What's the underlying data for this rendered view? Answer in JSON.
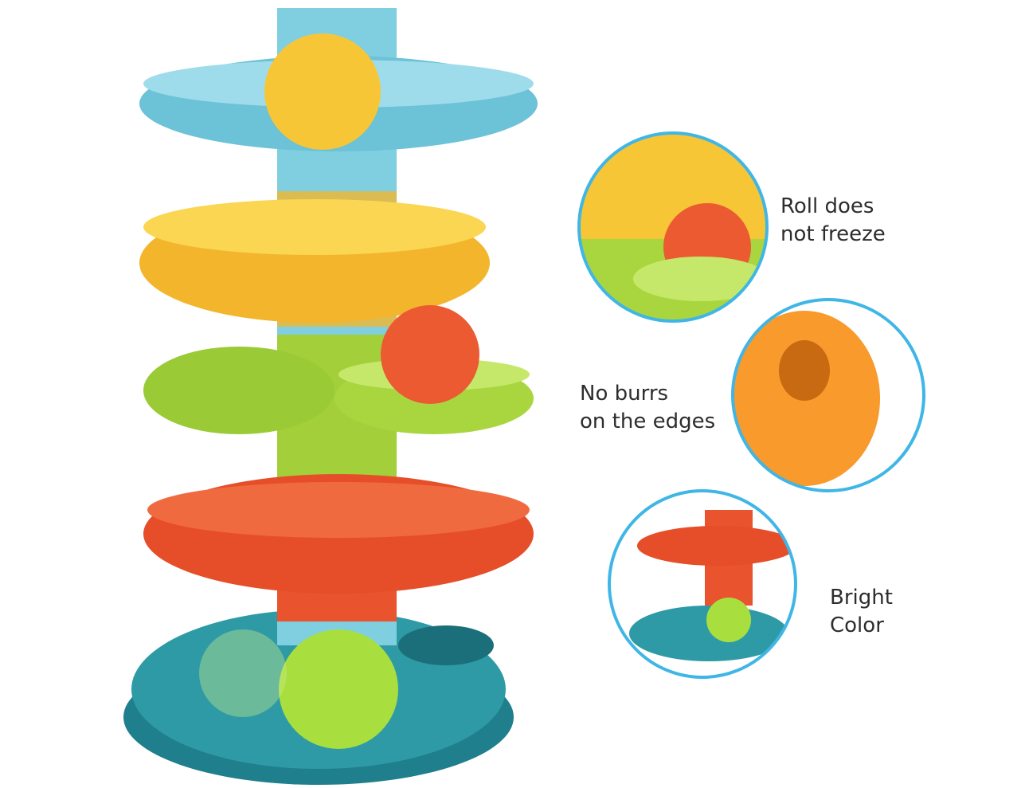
{
  "callouts": [
    {
      "line1": "Roll does",
      "line2": "not freeze",
      "icon": "ball-roll-detail"
    },
    {
      "line1": "No burrs",
      "line2": "on the edges",
      "icon": "smooth-edge-detail"
    },
    {
      "line1": "Bright",
      "line2": "Color",
      "icon": "bright-color-detail"
    }
  ],
  "colors": {
    "circle_border": "#3fb6e6",
    "blue": "#7fcfe0",
    "yellow": "#f7c637",
    "green": "#a9d63f",
    "orange": "#ec5a32",
    "teal": "#2e9aa6"
  }
}
